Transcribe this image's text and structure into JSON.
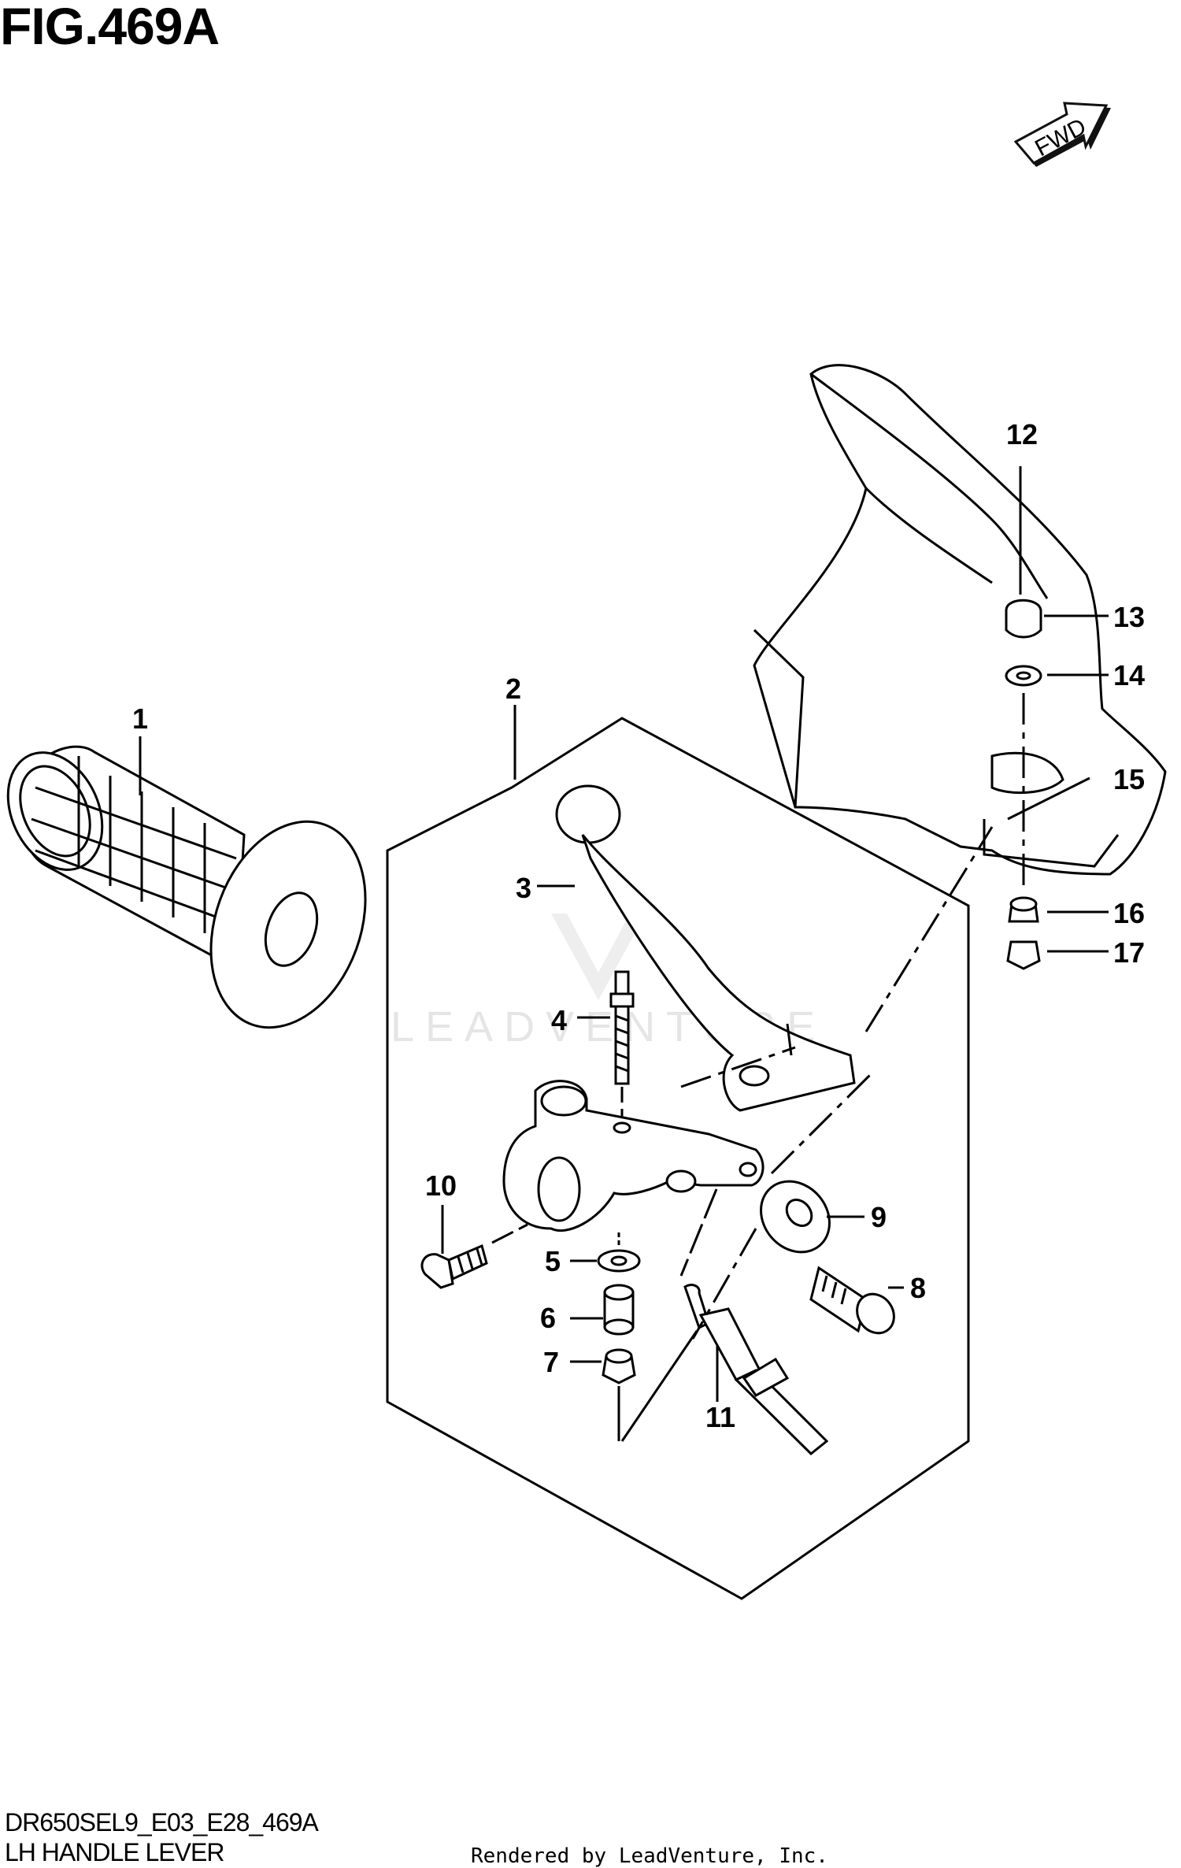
{
  "figure": {
    "title": "FIG.469A",
    "fwd_label": "FWD",
    "watermark": "LEADVENTURE"
  },
  "callouts": [
    {
      "id": "1",
      "part": "grip"
    },
    {
      "id": "2",
      "part": "lever-assembly"
    },
    {
      "id": "3",
      "part": "lever"
    },
    {
      "id": "4",
      "part": "stud-bolt"
    },
    {
      "id": "5",
      "part": "washer"
    },
    {
      "id": "6",
      "part": "spacer"
    },
    {
      "id": "7",
      "part": "nut"
    },
    {
      "id": "8",
      "part": "adjuster"
    },
    {
      "id": "9",
      "part": "locknut"
    },
    {
      "id": "10",
      "part": "bolt"
    },
    {
      "id": "11",
      "part": "cable"
    },
    {
      "id": "12",
      "part": "hand-guard"
    },
    {
      "id": "13",
      "part": "cap-nut"
    },
    {
      "id": "14",
      "part": "washer"
    },
    {
      "id": "15",
      "part": "collar"
    },
    {
      "id": "16",
      "part": "washer"
    },
    {
      "id": "17",
      "part": "nut"
    }
  ],
  "footer": {
    "model_code": "DR650SEL9_E03_E28_469A",
    "section_name": "LH HANDLE LEVER",
    "credit": "Rendered by LeadVenture, Inc."
  }
}
